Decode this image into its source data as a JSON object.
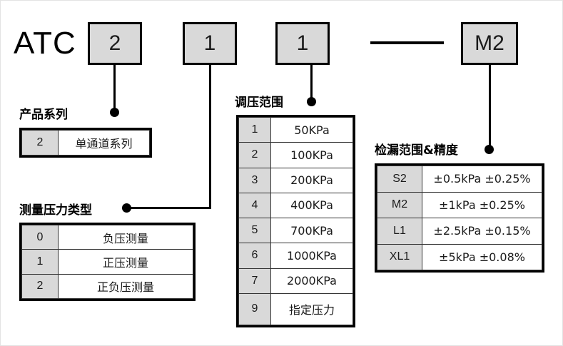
{
  "model": {
    "prefix": "ATC",
    "segments": [
      {
        "name": "series",
        "value": "2"
      },
      {
        "name": "pressure-type",
        "value": "1"
      },
      {
        "name": "pressure-range",
        "value": "1"
      },
      {
        "name": "leak-range",
        "value": "M2"
      }
    ],
    "separator": "—"
  },
  "groups": {
    "series": {
      "label": "产品系列",
      "rows": [
        {
          "code": "2",
          "desc": "单通道系列"
        }
      ]
    },
    "pressure_type": {
      "label": "测量压力类型",
      "rows": [
        {
          "code": "0",
          "desc": "负压测量"
        },
        {
          "code": "1",
          "desc": "正压测量"
        },
        {
          "code": "2",
          "desc": "正负压测量"
        }
      ]
    },
    "pressure_range": {
      "label": "调压范围",
      "rows": [
        {
          "code": "1",
          "desc": "50KPa"
        },
        {
          "code": "2",
          "desc": "100KPa"
        },
        {
          "code": "3",
          "desc": "200KPa"
        },
        {
          "code": "4",
          "desc": "400KPa"
        },
        {
          "code": "5",
          "desc": "700KPa"
        },
        {
          "code": "6",
          "desc": "1000KPa"
        },
        {
          "code": "7",
          "desc": "2000KPa"
        },
        {
          "code": "9",
          "desc": "指定压力"
        }
      ]
    },
    "leak_range": {
      "label": "检漏范围&精度",
      "rows": [
        {
          "code": "S2",
          "desc": "±0.5kPa ±0.25%"
        },
        {
          "code": "M2",
          "desc": "±1kPa ±0.25%"
        },
        {
          "code": "L1",
          "desc": "±2.5kPa ±0.15%"
        },
        {
          "code": "XL1",
          "desc": "±5kPa ±0.08%"
        }
      ]
    }
  },
  "colors": {
    "code_fill": "#d9d9d9",
    "line": "#000000",
    "background": "#ffffff"
  }
}
